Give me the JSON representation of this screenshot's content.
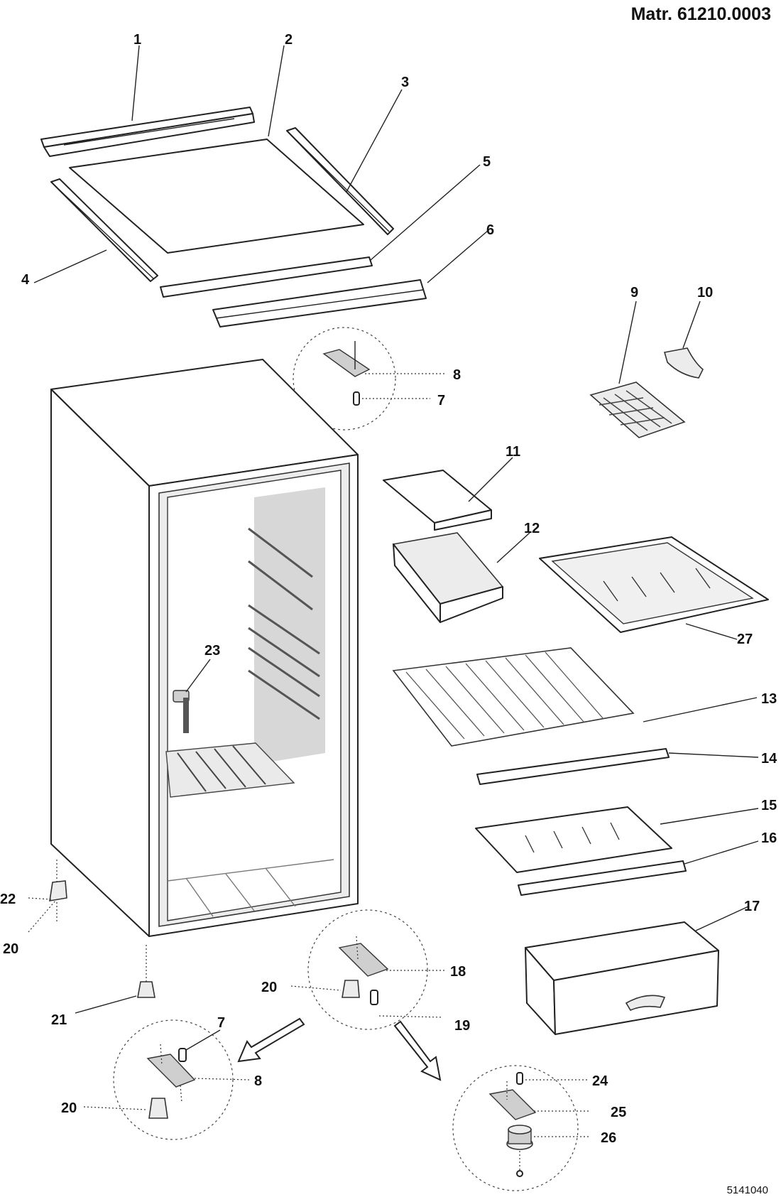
{
  "header": {
    "title": "Matr. 61210.0003"
  },
  "footer": {
    "code": "5141040"
  },
  "labels": {
    "l1": "1",
    "l2": "2",
    "l3": "3",
    "l4": "4",
    "l5": "5",
    "l6": "6",
    "l7a": "7",
    "l8a": "8",
    "l9": "9",
    "l10": "10",
    "l11": "11",
    "l12": "12",
    "l27": "27",
    "l23": "23",
    "l13": "13",
    "l14": "14",
    "l15": "15",
    "l16": "16",
    "l17": "17",
    "l22": "22",
    "l20a": "20",
    "l21": "21",
    "l18": "18",
    "l20b": "20",
    "l19": "19",
    "l7b": "7",
    "l8b": "8",
    "l20c": "20",
    "l24": "24",
    "l25": "25",
    "l26": "26"
  }
}
